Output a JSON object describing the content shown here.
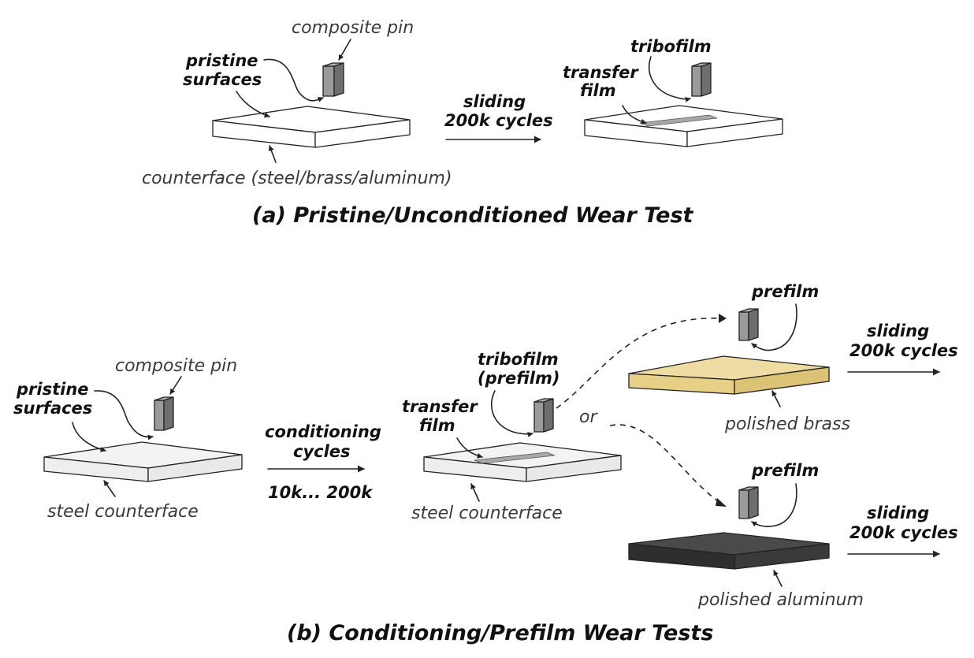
{
  "panel_a": {
    "label_composite_pin": "composite pin",
    "label_pristine_1": "pristine",
    "label_pristine_2": "surfaces",
    "label_counterface": "counterface (steel/brass/aluminum)",
    "label_sliding_1": "sliding",
    "label_sliding_2": "200k cycles",
    "label_tribofilm": "tribofilm",
    "label_transfer_1": "transfer",
    "label_transfer_2": "film",
    "caption": "(a) Pristine/Unconditioned Wear Test"
  },
  "panel_b": {
    "label_composite_pin": "composite pin",
    "label_pristine_1": "pristine",
    "label_pristine_2": "surfaces",
    "label_steel_counterface": "steel counterface",
    "label_conditioning_1": "conditioning",
    "label_conditioning_2": "cycles",
    "label_conditioning_3": "10k... 200k",
    "label_tribofilm_1": "tribofilm",
    "label_tribofilm_2": "(prefilm)",
    "label_transfer_1": "transfer",
    "label_transfer_2": "film",
    "label_steel_counterface_2": "steel counterface",
    "label_or": "or",
    "label_prefilm_brass": "prefilm",
    "label_brass": "polished brass",
    "label_sliding_brass_1": "sliding",
    "label_sliding_brass_2": "200k cycles",
    "label_prefilm_aluminum": "prefilm",
    "label_aluminum": "polished aluminum",
    "label_sliding_al_1": "sliding",
    "label_sliding_al_2": "200k cycles",
    "caption": "(b) Conditioning/Prefilm Wear Tests"
  },
  "colors": {
    "pin_front": "#9a9a9a",
    "pin_side": "#6e6e6e",
    "plate_white": "#ffffff",
    "plate_steel": "#f2f2f2",
    "brass_top": "#efdca3",
    "brass_front": "#e7cf86",
    "aluminum_top": "#4a4a4a",
    "aluminum_front": "#2e2e2e",
    "film": "#a8a8a8"
  }
}
